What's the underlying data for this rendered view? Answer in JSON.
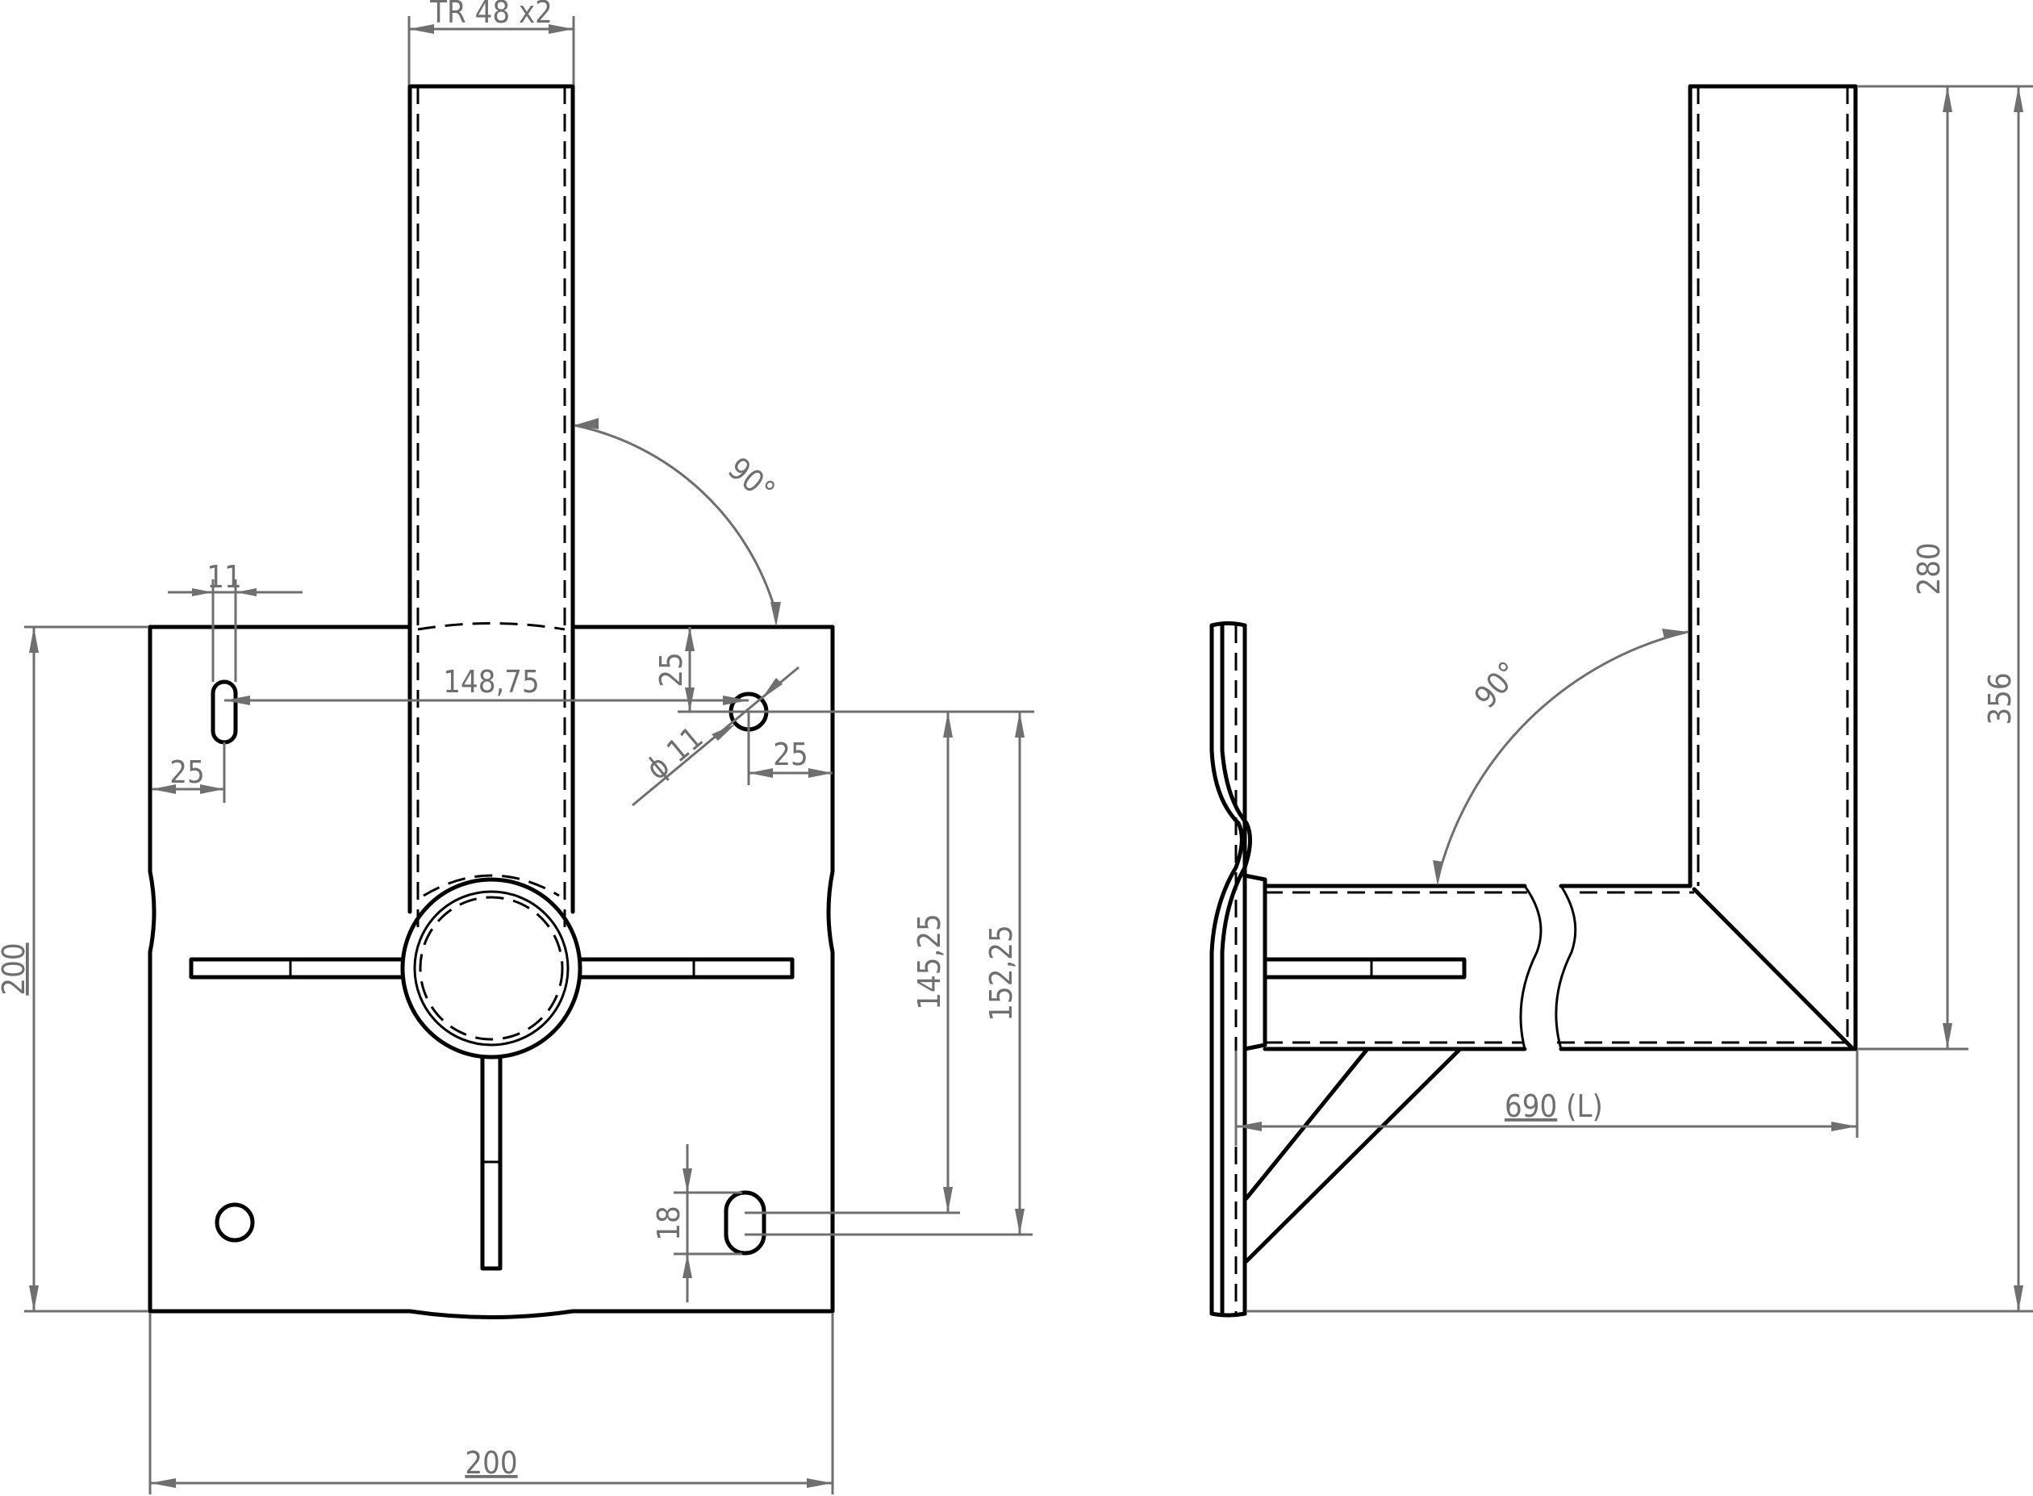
{
  "drawing": {
    "front_view": {
      "tube_width": "TR 48 x2",
      "slot_width": "11",
      "slot_edge_offset": "25",
      "hole_center_distance": "148,75",
      "hole_top_offset": "25",
      "hole_diameter_symbol": "ϕ",
      "hole_diameter": "11",
      "hole_side_offset": "25",
      "angle": "90°",
      "plate_height": "200",
      "plate_width": "200",
      "dim_145": "145,25",
      "dim_152": "152,25",
      "slot_height": "18"
    },
    "side_view": {
      "angle": "90°",
      "arm_length": "690",
      "arm_length_note": "(L)",
      "upper_height": "280",
      "total_height": "356"
    }
  },
  "colors": {
    "outline": "#000000",
    "dimension": "#6f6f6f",
    "background": "#ffffff"
  }
}
